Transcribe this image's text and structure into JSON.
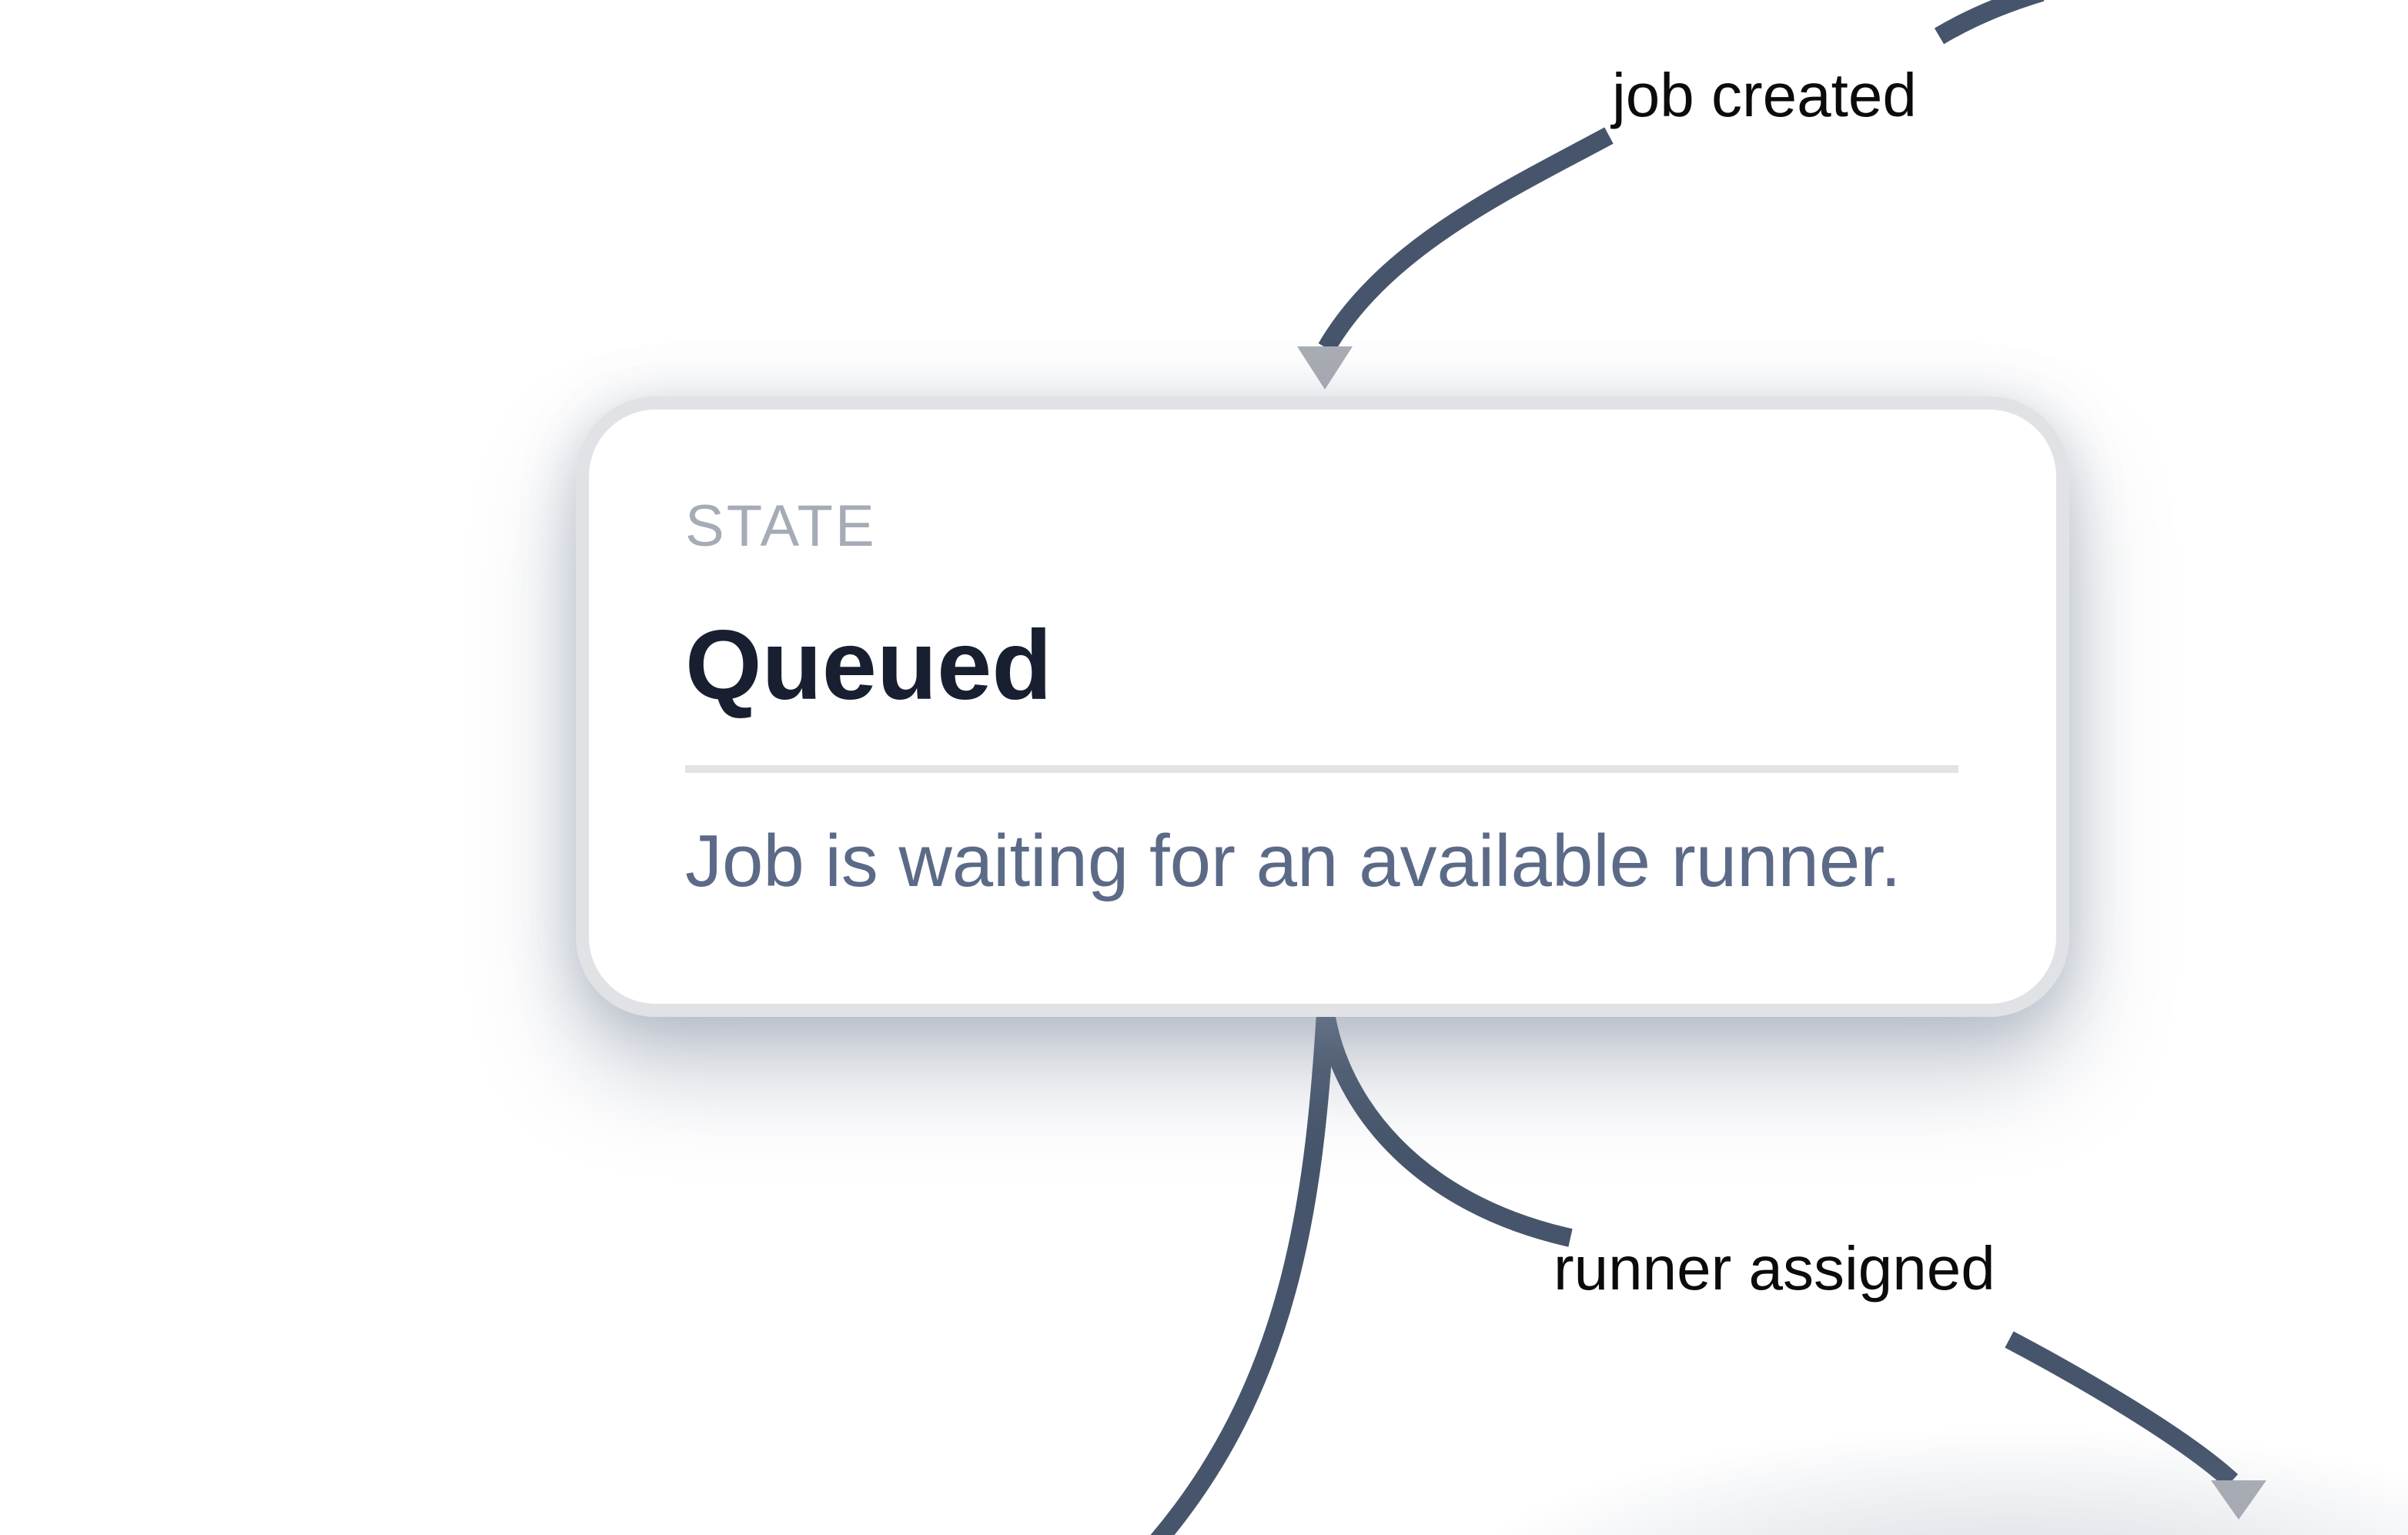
{
  "node": {
    "kicker": "STATE",
    "title": "Queued",
    "description": "Job is waiting for an available runner."
  },
  "edges": [
    {
      "label": "job created"
    },
    {
      "label": "runner assigned"
    }
  ],
  "icons": {
    "arrowhead_top": "triangle-down-arrowhead-icon",
    "arrowhead_bottom_right": "triangle-down-arrowhead-icon"
  },
  "colors": {
    "page_background": "#FFFFFF",
    "edge_stroke": "#46556B",
    "arrowhead": "#AAADB4",
    "card_border": "#E1E2E6",
    "card_background": "#FFFFFF",
    "kicker_color": "#A5ABB7",
    "title_color": "#181F30",
    "description_color": "#5B6A87",
    "label_color": "#0A0B0D",
    "divider_color": "#E1E3E6"
  }
}
